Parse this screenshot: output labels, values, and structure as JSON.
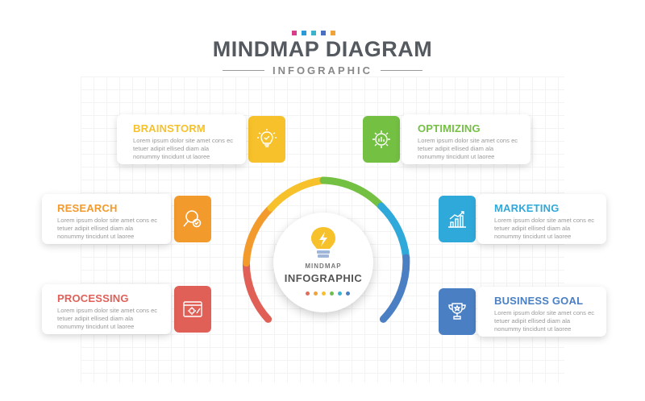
{
  "header": {
    "title": "MINDMAP DIAGRAM",
    "subtitle": "INFOGRAPHIC",
    "dot_colors": [
      "#d63d8a",
      "#2a9ad8",
      "#3bb4c9",
      "#4a6fc3",
      "#f0a33a"
    ]
  },
  "center": {
    "label_small": "MINDMAP",
    "label_large": "INFOGRAPHIC",
    "icon": "lightbulb-bolt-icon",
    "dot_colors": [
      "#e06c5a",
      "#f0a33a",
      "#f6c12a",
      "#6cbf4a",
      "#3bb0d0",
      "#4a7fc3"
    ]
  },
  "items": [
    {
      "title": "BRAINSTORM",
      "color": "#f6c12a",
      "icon": "lightbulb-check-icon",
      "text": "Lorem ipsum dolor site amet cons ec tetuer adipit ellised diam ala nonummy tincidunt ut laoree"
    },
    {
      "title": "RESEARCH",
      "color": "#f39a2c",
      "icon": "magnifier-check-icon",
      "text": "Lorem ipsum dolor site amet cons ec tetuer adipit ellised diam ala nonummy tincidunt ut laoree"
    },
    {
      "title": "PROCESSING",
      "color": "#e06058",
      "icon": "browser-settings-icon",
      "text": "Lorem ipsum dolor site amet cons ec tetuer adipit ellised diam ala nonummy tincidunt ut laoree"
    },
    {
      "title": "OPTIMIZING",
      "color": "#74c043",
      "icon": "gear-chart-icon",
      "text": "Lorem ipsum dolor site amet cons ec tetuer adipit ellised diam ala nonummy tincidunt ut laoree"
    },
    {
      "title": "MARKETING",
      "color": "#2fa9d9",
      "icon": "growth-chart-icon",
      "text": "Lorem ipsum dolor site amet cons ec tetuer adipit ellised diam ala nonummy tincidunt ut laoree"
    },
    {
      "title": "BUSINESS GOAL",
      "color": "#4a7fc3",
      "icon": "trophy-icon",
      "text": "Lorem ipsum dolor site amet cons ec tetuer adipit ellised diam ala nonummy tincidunt ut laoree"
    }
  ]
}
